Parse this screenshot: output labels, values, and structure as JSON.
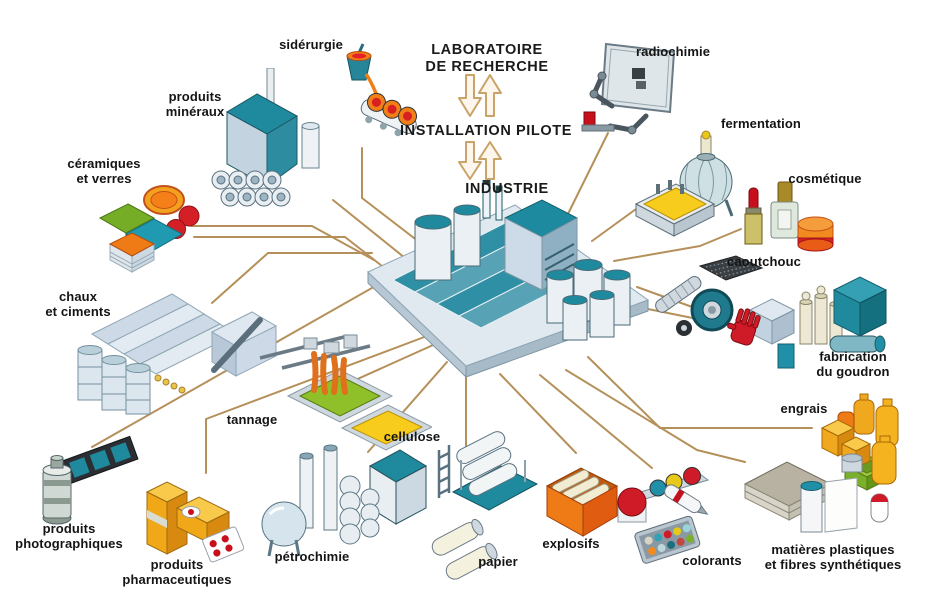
{
  "flow": {
    "laboratoire": "LABORATOIRE\nDE RECHERCHE",
    "installation": "INSTALLATION PILOTE",
    "industrie": "INDUSTRIE"
  },
  "nodes": {
    "siderurgie": {
      "label": "sidérurgie"
    },
    "produits_mineraux": {
      "label": "produits\nminéraux"
    },
    "ceramiques": {
      "label": "céramiques\net verres"
    },
    "chaux": {
      "label": "chaux\net ciments"
    },
    "photographiques": {
      "label": "produits\nphotographiques"
    },
    "pharmaceutiques": {
      "label": "produits\npharmaceutiques"
    },
    "tannage": {
      "label": "tannage"
    },
    "petrochimie": {
      "label": "pétrochimie"
    },
    "cellulose": {
      "label": "cellulose"
    },
    "papier": {
      "label": "papier"
    },
    "explosifs": {
      "label": "explosifs"
    },
    "colorants": {
      "label": "colorants"
    },
    "plastiques": {
      "label": "matières plastiques\net fibres synthétiques"
    },
    "engrais": {
      "label": "engrais"
    },
    "goudron": {
      "label": "fabrication\ndu goudron"
    },
    "caoutchouc": {
      "label": "caoutchouc"
    },
    "cosmetique": {
      "label": "cosmétique"
    },
    "fermentation": {
      "label": "fermentation"
    },
    "radiochimie": {
      "label": "radiochimie"
    }
  },
  "colors": {
    "connector_line": "#b5905a",
    "teal": "#1f8a9e",
    "steel_light": "#d7e3ec",
    "orange": "#f18a1f",
    "yellow": "#f8cc1c",
    "green": "#7ab02a",
    "red": "#cf1b28",
    "gold": "#f5b31f",
    "arrow_outline": "#c9a367",
    "text": "#141414"
  }
}
